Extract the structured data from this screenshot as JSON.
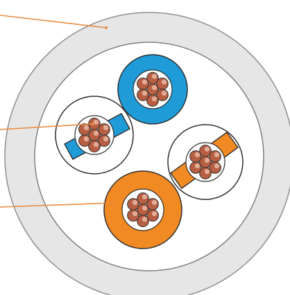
{
  "diagram": {
    "type": "cable-cross-section",
    "colors": {
      "outer_jacket": "#e6e6e6",
      "jacket_outline": "#8f8f8f",
      "inner_fill": "#ffffff",
      "blue_insulation": "#1f9bd8",
      "orange_insulation": "#f28a24",
      "copper_strand": "#b85f43",
      "copper_highlight": "#e7b6a2",
      "leader_line": "#e88a3d",
      "outline": "#2d2d2d"
    },
    "leaders": [
      {
        "name": "outer-jacket-leader",
        "target": "outer_jacket"
      },
      {
        "name": "blue-insulation-leader",
        "target": "blue_insulation"
      },
      {
        "name": "orange-insulation-leader",
        "target": "orange_insulation"
      }
    ],
    "conductors": [
      {
        "name": "conductor-top-blue",
        "insulation": "blue",
        "style": "full-ring"
      },
      {
        "name": "conductor-left-blue",
        "insulation": "blue",
        "style": "band"
      },
      {
        "name": "conductor-right-orange",
        "insulation": "orange",
        "style": "band"
      },
      {
        "name": "conductor-bottom-orange",
        "insulation": "orange",
        "style": "full-ring"
      }
    ],
    "strands_per_conductor": 7
  }
}
